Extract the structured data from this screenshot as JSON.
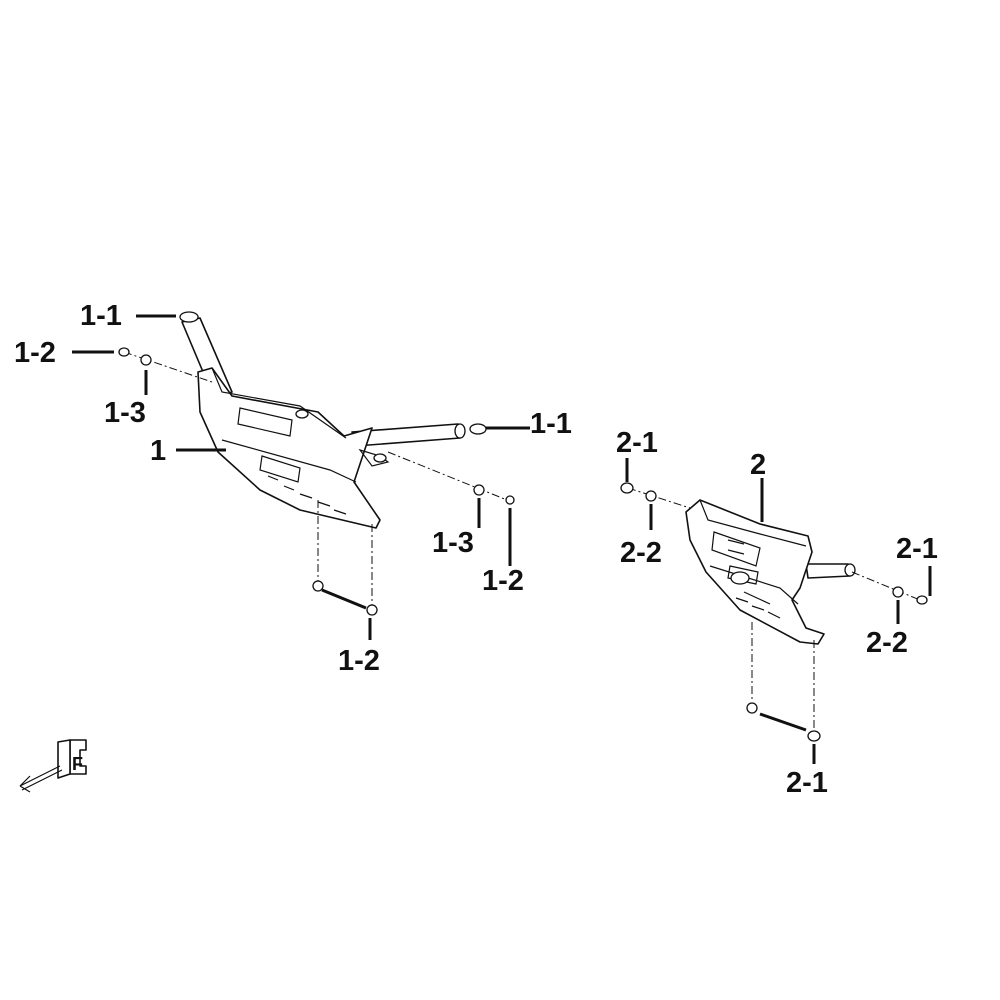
{
  "labels": {
    "assy1": "1",
    "assy1_bar_top": "1-1",
    "assy1_bolt_left": "1-2",
    "assy1_washer_left": "1-3",
    "assy1_bar_right": "1-1",
    "assy1_washer_right": "1-3",
    "assy1_bolt_right": "1-2",
    "assy1_bolt_bottom": "1-2",
    "assy2": "2",
    "assy2_bolt_top": "2-1",
    "assy2_washer_left": "2-2",
    "assy2_bolt_right": "2-1",
    "assy2_washer_right": "2-2",
    "assy2_bolt_bottom": "2-1"
  },
  "direction_marker": "F"
}
